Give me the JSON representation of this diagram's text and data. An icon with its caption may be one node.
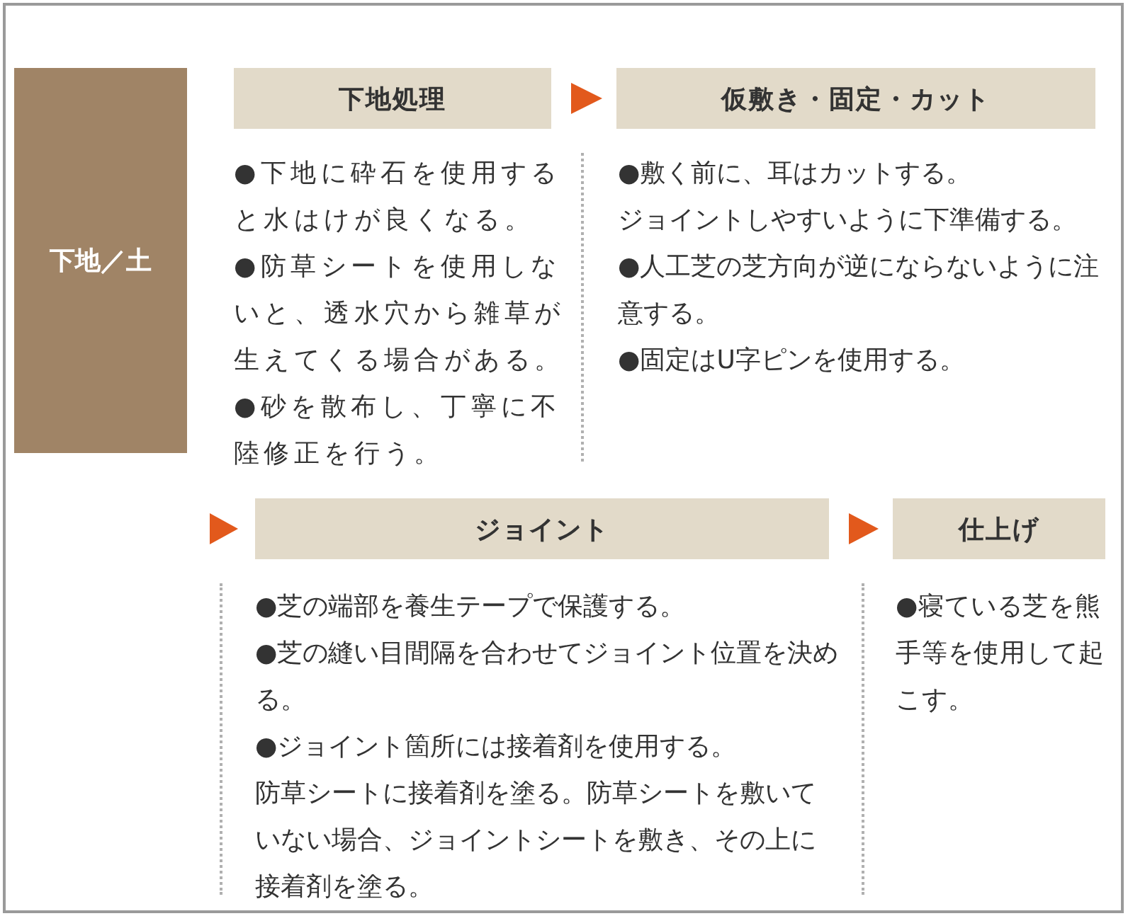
{
  "diagram": {
    "nodes": [
      {
        "text": [
          "下地／土"
        ]
      },
      {
        "text": [
          "下地処理"
        ],
        "beside": [
          "●下地に砕石を使用すると水はけが良くなる。",
          "●防草シートを使用しないと、透水穴から雑草が生えてくる場合がある。",
          "●砂を散布し、丁寧に不陸修正を行う。"
        ]
      },
      {
        "text": [
          "仮敷き・固定・カット"
        ],
        "beside": [
          "●敷く前に、耳はカットする。",
          "ジョイントしやすいように下準備する。",
          "●人工芝の芝方向が逆にならないように注意する。",
          "●固定はU字ピンを使用する。"
        ]
      },
      {
        "text": [
          "ジョイント"
        ],
        "beside": [
          "●芝の端部を養生テープで保護する。",
          "●芝の縫い目間隔を合わせてジョイント位置を決める。",
          "●ジョイント箇所には接着剤を使用する。",
          "防草シートに接着剤を塗る。防草シートを敷いていない場合、ジョイントシートを敷き、その上に接着剤を塗る。"
        ]
      },
      {
        "text": [
          "仕上げ"
        ],
        "beside": [
          "●寝ている芝を熊手等を使用して起こす。"
        ]
      }
    ],
    "edges": [
      {
        "from": 1,
        "to": 2,
        "arrow": "to"
      },
      {
        "from": null,
        "to": 3,
        "arrow": "to"
      },
      {
        "from": 3,
        "to": 4,
        "arrow": "to"
      }
    ]
  }
}
